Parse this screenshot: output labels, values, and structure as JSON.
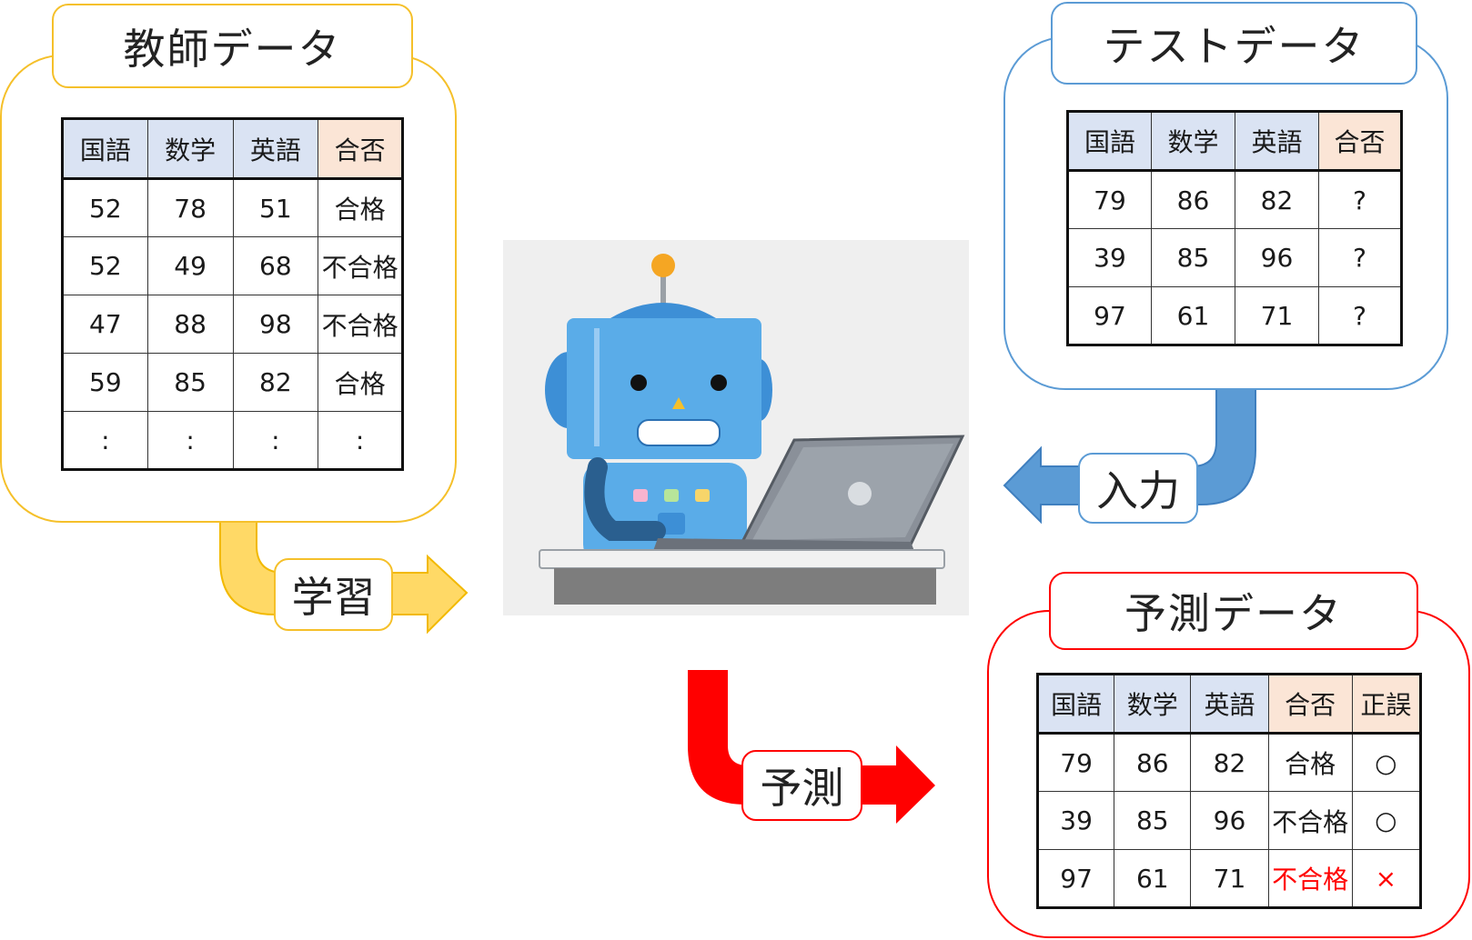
{
  "teacher": {
    "title": "教師データ",
    "headers": [
      "国語",
      "数学",
      "英語",
      "合否"
    ],
    "rows": [
      [
        "52",
        "78",
        "51",
        "合格"
      ],
      [
        "52",
        "49",
        "68",
        "不合格"
      ],
      [
        "47",
        "88",
        "98",
        "不合格"
      ],
      [
        "59",
        "85",
        "82",
        "合格"
      ],
      [
        ":",
        ":",
        ":",
        ":"
      ]
    ]
  },
  "test": {
    "title": "テストデータ",
    "headers": [
      "国語",
      "数学",
      "英語",
      "合否"
    ],
    "rows": [
      [
        "79",
        "86",
        "82",
        "?"
      ],
      [
        "39",
        "85",
        "96",
        "?"
      ],
      [
        "97",
        "61",
        "71",
        "?"
      ]
    ]
  },
  "prediction": {
    "title": "予測データ",
    "headers": [
      "国語",
      "数学",
      "英語",
      "合否",
      "正誤"
    ],
    "rows": [
      [
        "79",
        "86",
        "82",
        "合格",
        "○"
      ],
      [
        "39",
        "85",
        "96",
        "不合格",
        "○"
      ],
      [
        "97",
        "61",
        "71",
        "不合格",
        "×"
      ]
    ]
  },
  "arrows": {
    "learn": "学習",
    "input": "入力",
    "predict": "予測"
  },
  "colors": {
    "teacher": "#f5c02a",
    "test": "#5b9bd5",
    "prediction": "#ff0000",
    "learn_arrow": "#ffd966",
    "input_arrow": "#5b9bd5",
    "predict_arrow": "#ff0000"
  }
}
